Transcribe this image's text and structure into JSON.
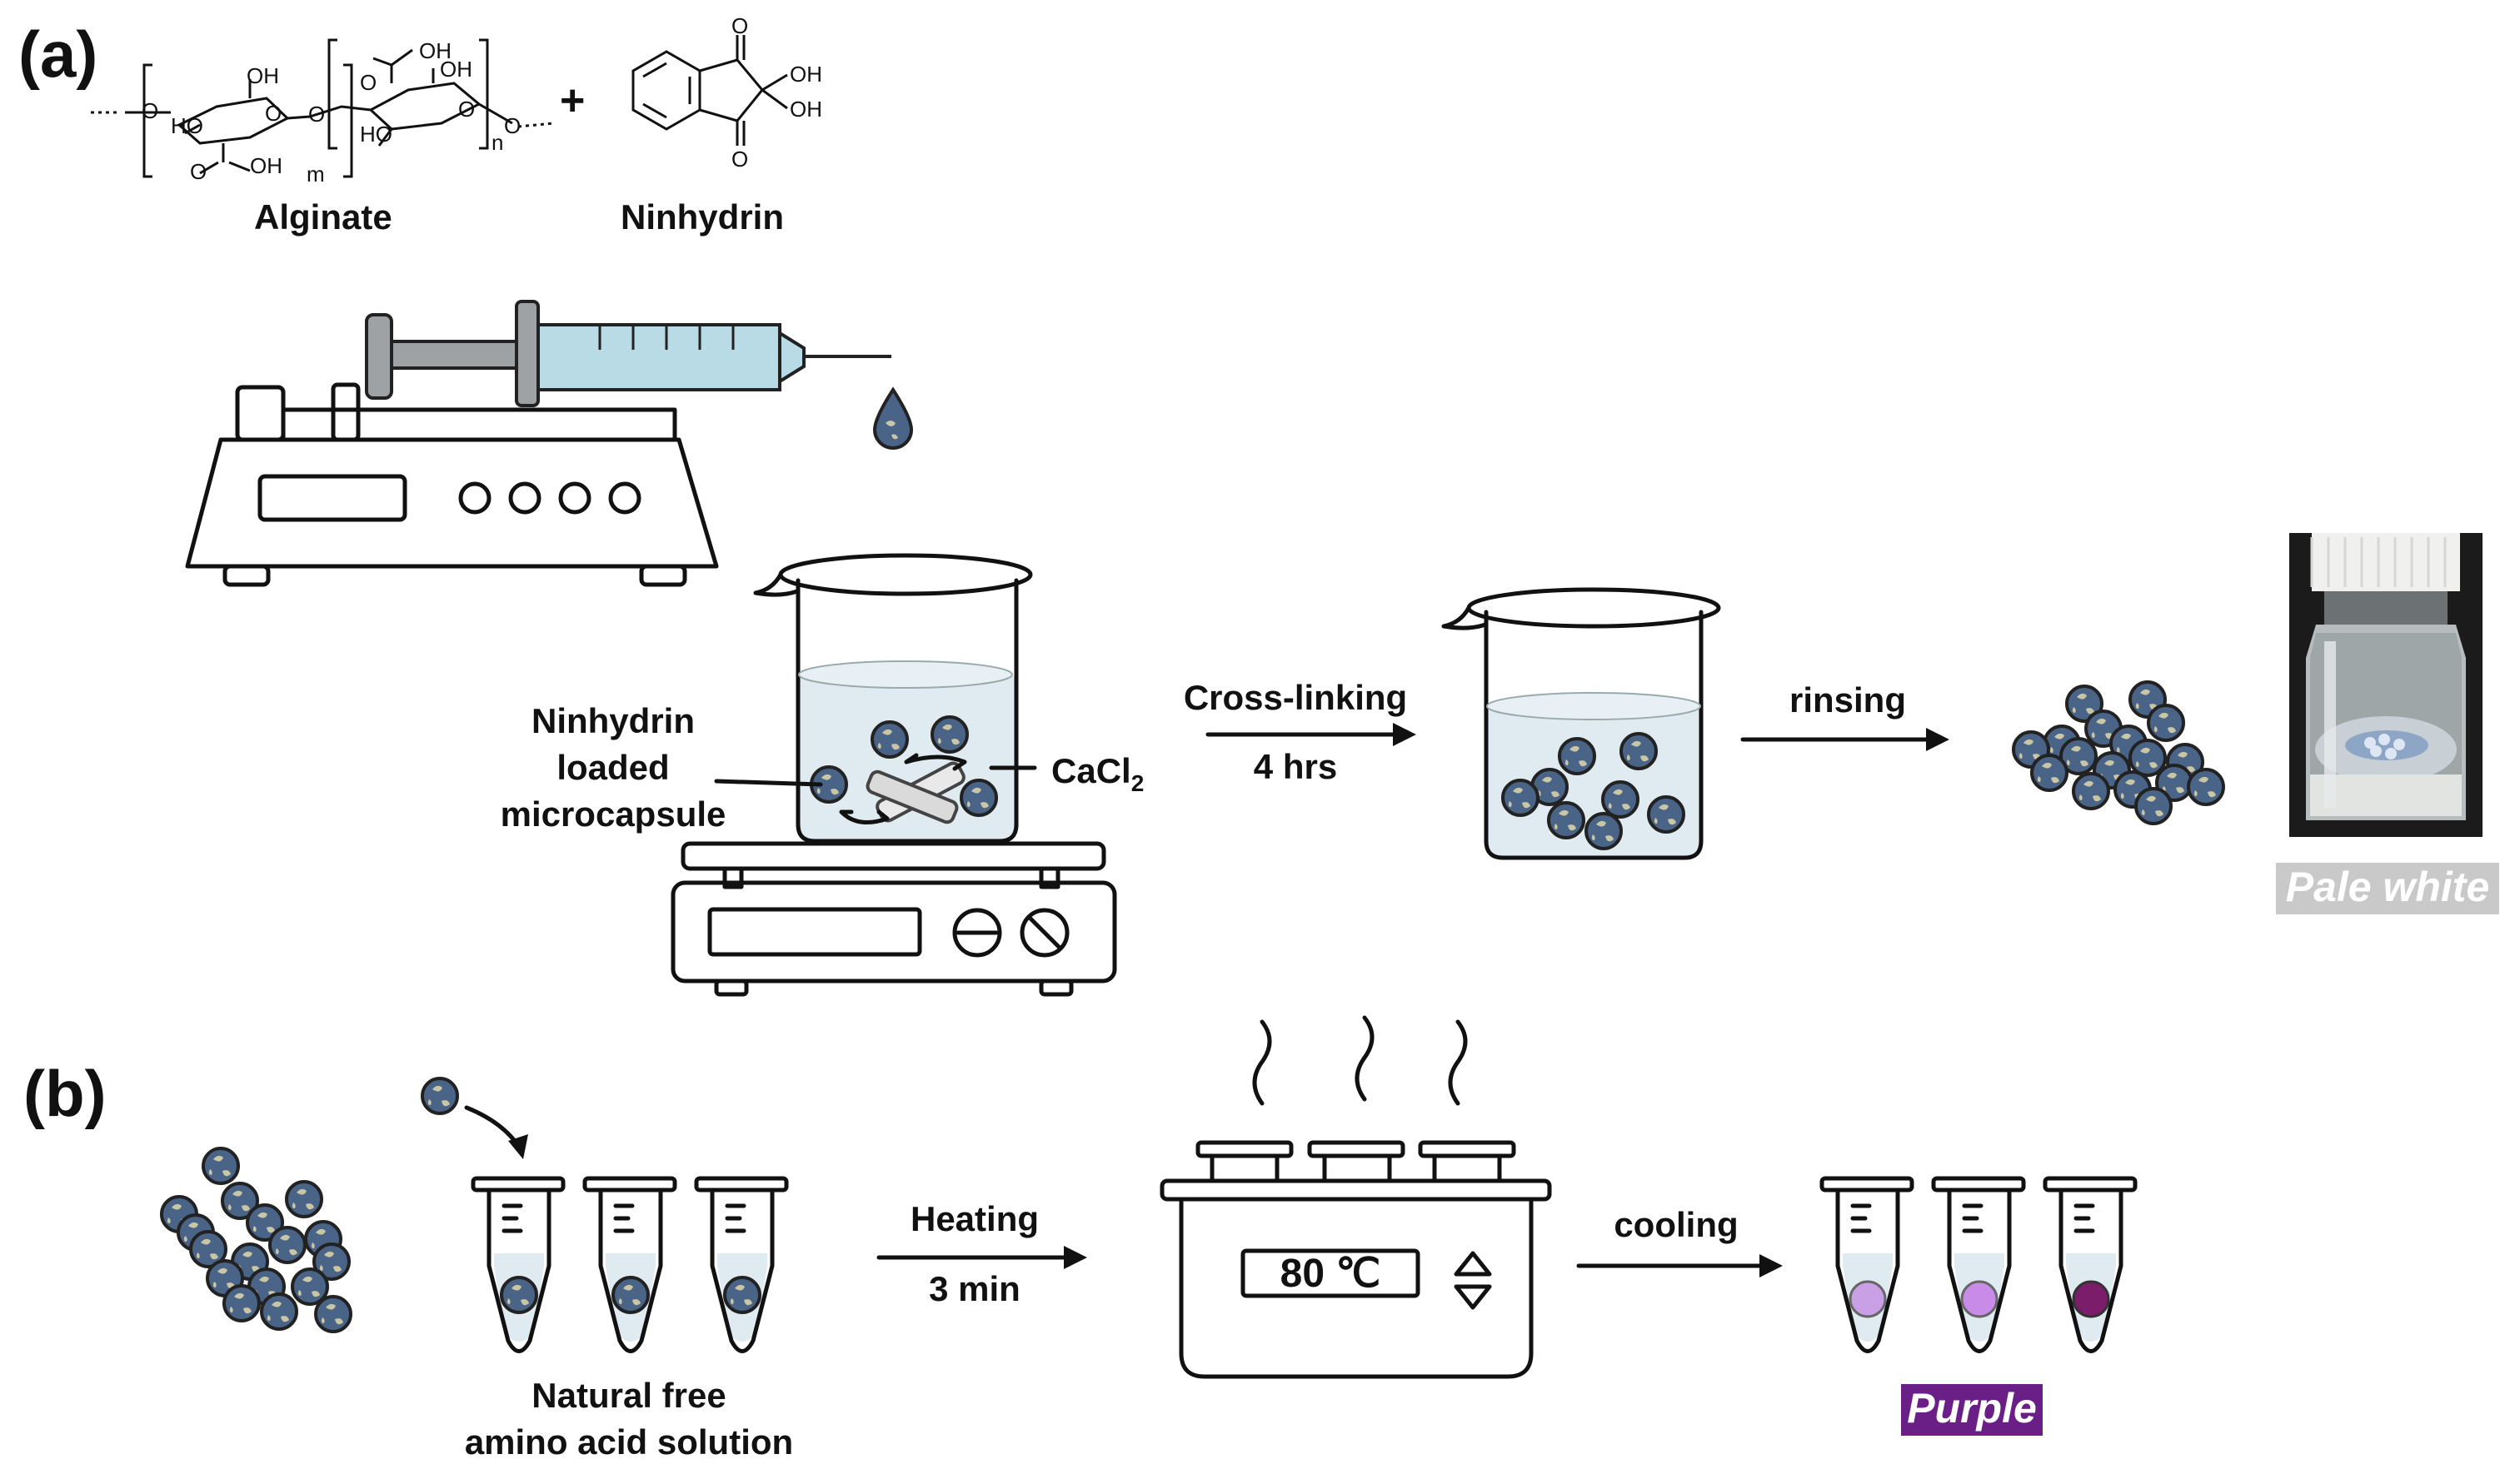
{
  "panels": {
    "a": "(a)",
    "b": "(b)"
  },
  "chemistry": {
    "alginate_label": "Alginate",
    "ninhydrin_label": "Ninhydrin",
    "plus": "+",
    "oh": "OH",
    "o": "O",
    "ho": "HO",
    "m": "m",
    "n": "n"
  },
  "panel_a": {
    "ninhydrin_loaded_line1": "Ninhydrin",
    "ninhydrin_loaded_line2": "loaded",
    "ninhydrin_loaded_line3": "microcapsule",
    "cacl2": "CaCl",
    "cacl2_subscript": "2",
    "step1_top": "Cross-linking",
    "step1_bottom": "4 hrs",
    "step2_top": "rinsing",
    "photo_caption": "Pale white"
  },
  "panel_b": {
    "solution_line1": "Natural free",
    "solution_line2": "amino acid solution",
    "step1_top": "Heating",
    "step1_bottom": "3 min",
    "heater_display": "80 ℃",
    "step2_top": "cooling",
    "result_caption": "Purple"
  },
  "colors": {
    "bead": "#4a6488",
    "liquid": "#dfeaf1",
    "syringe": "#b8dbe6",
    "purple_caption": "#6a1f86",
    "pale_caption_bg": "#c9c9c9",
    "light_purple": "#c9a0e6",
    "medium_purple": "#c88ce8",
    "dark_purple": "#7b1d6b"
  }
}
